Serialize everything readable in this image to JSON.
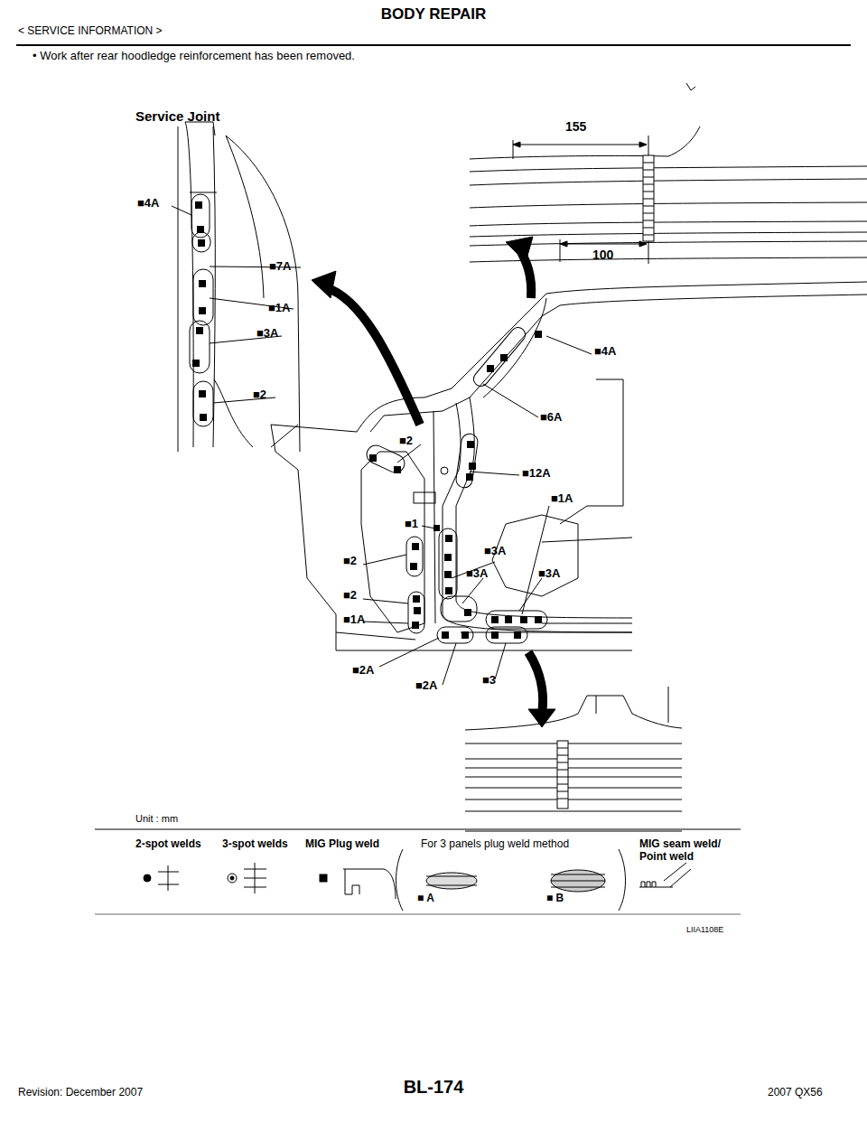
{
  "diagram": {
    "title": "BODY REPAIR",
    "labels": [
      "< SERVICE INFORMATION >",
      "• Work after rear hoodledge reinforcement has been removed.",
      "Service Joint",
      "■4A",
      "■7A",
      "■1A",
      "■3A",
      "■2",
      "155",
      "100",
      "■4A",
      "■6A",
      "■12A",
      "■1A",
      "■2",
      "■1",
      "■3A",
      "■2",
      "■3A",
      "■3A",
      "■2",
      "■1A",
      "■2A",
      "■2A",
      "■3",
      "Unit : mm",
      "For 3 panels plug weld method",
      "LIIA1108E",
      "BL-174",
      "Revision: December 2007",
      "2007 QX56"
    ],
    "legend": [
      {
        "text": "2-spot welds"
      },
      {
        "text": "3-spot welds"
      },
      {
        "text": "MIG Plug weld"
      },
      {
        "text": "■ A"
      },
      {
        "text": "■ B"
      },
      {
        "text": "MIG seam weld/ Point weld"
      }
    ]
  }
}
